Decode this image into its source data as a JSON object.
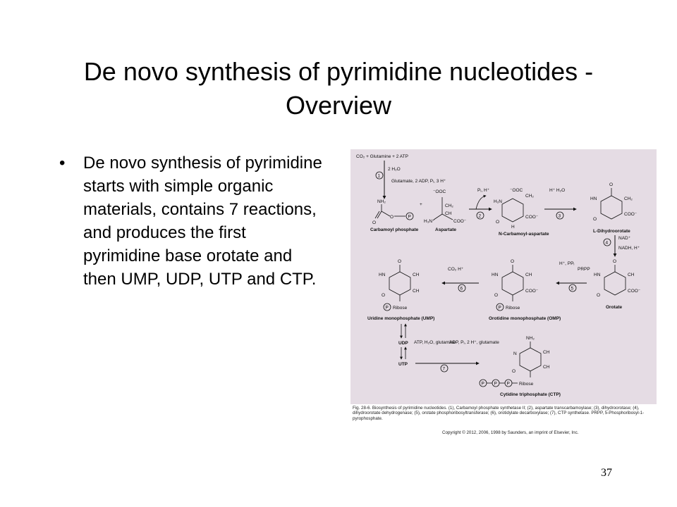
{
  "slide": {
    "title": "De novo synthesis of pyrimidine nucleotides - Overview",
    "bullet": "De novo synthesis of pyrimidine starts with simple organic materials, contains 7 reactions, and produces the first pyrimidine base orotate and then UMP, UDP, UTP and CTP.",
    "page_number": "37"
  },
  "figure": {
    "reactants": "CO₂ + Glutamine + 2 ATP",
    "step1_in": "2 H₂O",
    "step1_out": "Glutamate, 2 ADP, Pᵢ, 3 H⁺",
    "step2_byproduct": "Pᵢ, H⁺",
    "step3_byproducts": "H⁺   H₂O",
    "step4_in": "NAD⁺",
    "step4_out": "NADH, H⁺",
    "step5_in": "H⁺, PPᵢ",
    "step5_out": "PRPP",
    "step6_out": "CO₂   H⁺",
    "step7_in": "ATP, H₂O, glutamine",
    "step7_out": "ADP, Pᵢ, 2 H⁺, glutamate",
    "compounds": {
      "carbamoyl_phosphate": "Carbamoyl phosphate",
      "aspartate": "Aspartate",
      "n_carbamoyl_aspartate": "N-Carbamoyl-aspartate",
      "dihydroorotate": "L-Dihydroorotate",
      "orotate": "Orotate",
      "omp": "Orotidine monophosphate (OMP)",
      "ump": "Uridine monophosphate (UMP)",
      "udp": "UDP",
      "utp": "UTP",
      "ctp": "Cytidine triphosphate (CTP)",
      "ribose": "Ribose"
    },
    "caption": "Fig. 28-6. Biosynthesis of pyrimidine nucleotides. (1), Carbamoyl phosphate synthetase II; (2), aspartate transcarbamoylase; (3), dihydroorotase; (4), dihydroorotate dehydrogenase; (5), orotate phosphoribosyltransferase; (6), orotidylate decarboxylase; (7), CTP synthetase. PRPP, 5-Phosphoribosyl-1-pyrophosphate.",
    "copyright": "Copyright © 2012, 2006, 1998 by Saunders, an imprint of Elsevier, Inc."
  }
}
